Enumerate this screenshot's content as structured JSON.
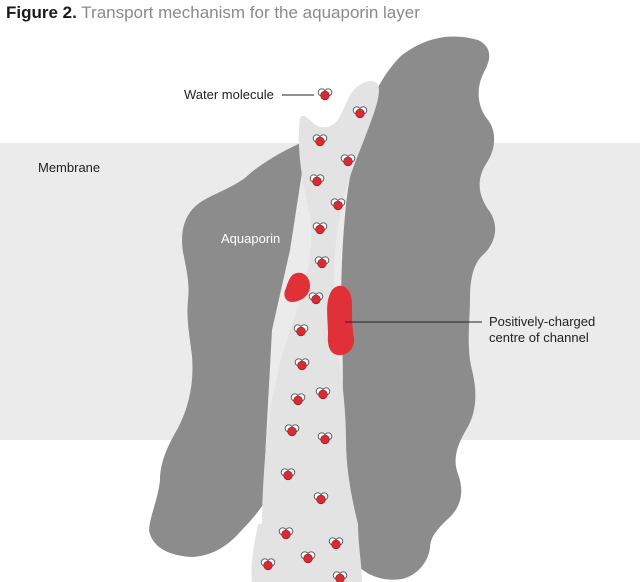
{
  "figure": {
    "number": "Figure 2.",
    "caption": "Transport mechanism for the aquaporin layer"
  },
  "labels": {
    "water_molecule": "Water molecule",
    "membrane": "Membrane",
    "aquaporin": "Aquaporin",
    "charged_line1": "Positively-charged",
    "charged_line2": "centre of channel"
  },
  "colors": {
    "membrane": "#ebebeb",
    "protein": "#8c8c8c",
    "channel": "#e3e3e3",
    "charged": "#e03038",
    "oxygen": "#d92b35"
  }
}
